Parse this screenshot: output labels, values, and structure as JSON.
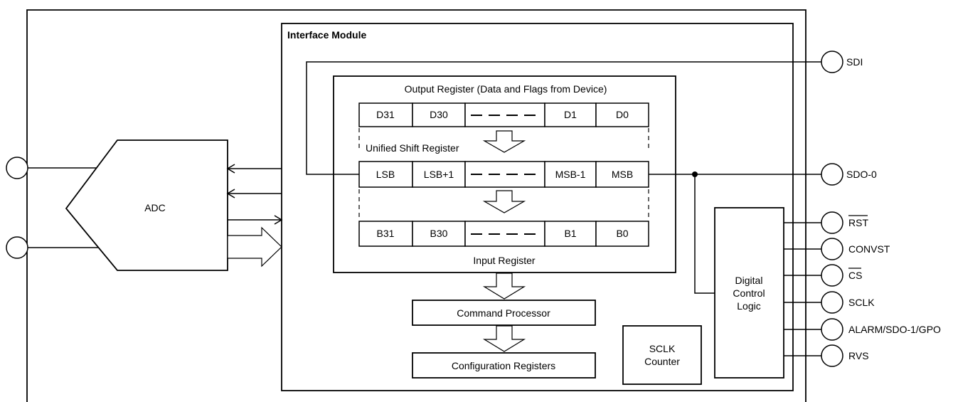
{
  "interface_module": {
    "title": "Interface Module"
  },
  "adc": {
    "label": "ADC"
  },
  "output_register": {
    "title": "Output Register (Data and Flags from Device)",
    "cells": [
      "D31",
      "D30",
      "",
      "D1",
      "D0"
    ]
  },
  "shift_register": {
    "title": "Unified Shift Register",
    "cells": [
      "LSB",
      "LSB+1",
      "",
      "MSB-1",
      "MSB"
    ]
  },
  "input_register": {
    "title": "Input Register",
    "cells": [
      "B31",
      "B30",
      "",
      "B1",
      "B0"
    ]
  },
  "command_processor": {
    "label": "Command Processor"
  },
  "configuration_registers": {
    "label": "Configuration Registers"
  },
  "sclk_counter": {
    "line1": "SCLK",
    "line2": "Counter"
  },
  "digital_control_logic": {
    "line1": "Digital",
    "line2": "Control",
    "line3": "Logic"
  },
  "pins": {
    "sdi": "SDI",
    "sdo0": "SDO-0",
    "rst": "RST",
    "convst": "CONVST",
    "cs": "CS",
    "sclk": "SCLK",
    "alarm": "ALARM/SDO-1/GPO",
    "rvs": "RVS"
  },
  "overbarred_pins": [
    "RST",
    "CS"
  ]
}
